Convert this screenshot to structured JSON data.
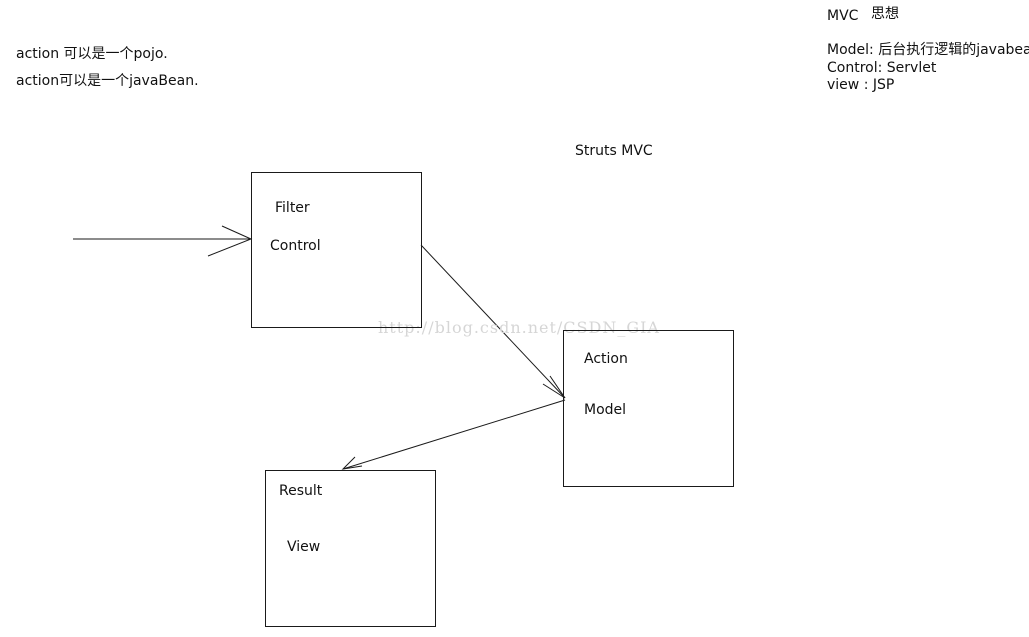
{
  "notes": {
    "line1": "action 可以是一个pojo.",
    "line2": "action可以是一个javaBean."
  },
  "mvc_panel": {
    "heading": "MVC",
    "heading_cn": "思想",
    "model": "Model:  后台执行逻辑的javabean",
    "control": "Control: Servlet",
    "view": "view : JSP"
  },
  "diagram_title": "Struts MVC",
  "boxes": {
    "filter_control": {
      "line1": "Filter",
      "line2": "Control"
    },
    "action_model": {
      "line1": "Action",
      "line2": "Model"
    },
    "result_view": {
      "line1": "Result",
      "line2": "View"
    }
  },
  "watermark": "http://blog.csdn.net/CSDN_GIA",
  "colors": {
    "stroke": "#1a1a1a",
    "background": "#ffffff",
    "watermark": "#d6d6d6"
  }
}
